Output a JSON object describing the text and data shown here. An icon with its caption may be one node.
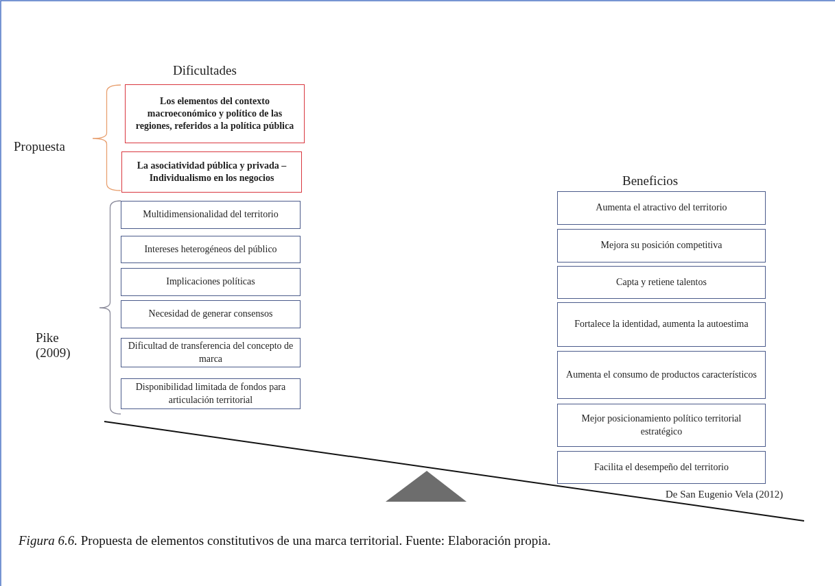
{
  "diagram": {
    "caption": "*Figura 6.6.* Propuesta de elementos constitutivos de una marca territorial. Fuente: Elaboración propia.",
    "nodes": [
      {
        "text": [
          "Los elementos del contexto macroeconómico y político de las regiones, referidos a la política pública"
        ]
      },
      {
        "text": [
          "La asociatividad pública y privada – Individualismo en los negocios"
        ]
      },
      {
        "text": [
          "Multidimensionalidad del territorio"
        ]
      },
      {
        "text": [
          "Intereses heterogéneos del público"
        ]
      },
      {
        "text": [
          "Implicaciones políticas"
        ]
      },
      {
        "text": [
          "Necesidad de generar consensos"
        ]
      },
      {
        "text": [
          "Dificultad de transferencia del concepto de marca"
        ]
      },
      {
        "text": [
          "Disponibilidad limitada de fondos para articulación territorial"
        ]
      },
      {
        "text": [
          "Aumenta el atractivo del territorio"
        ]
      },
      {
        "text": [
          "Mejora su posición competitiva"
        ]
      },
      {
        "text": [
          "Capta y retiene talentos"
        ]
      },
      {
        "text": [
          "Fortalece la identidad, aumenta la autoestima"
        ]
      },
      {
        "text": [
          "Aumenta el consumo de productos característicos"
        ]
      },
      {
        "text": [
          "Mejor posicionamiento político territorial estratégico"
        ]
      },
      {
        "text": [
          "Facilita el desempeño del territorio"
        ]
      }
    ],
    "labels": [
      "Dificultades",
      "Propuesta",
      "Beneficios",
      "Pike (2009)",
      "De San Eugenio Vela (2012)"
    ]
  }
}
